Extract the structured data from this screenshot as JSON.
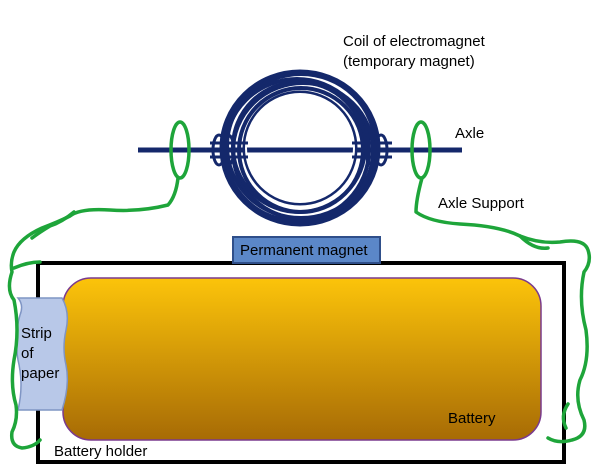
{
  "labels": {
    "coil_line1": "Coil of electromagnet",
    "coil_line2": "(temporary magnet)",
    "axle": "Axle",
    "axle_support": "Axle Support",
    "permanent_magnet": "Permanent magnet",
    "strip_line1": "Strip",
    "strip_line2": "of",
    "strip_line3": "paper",
    "battery": "Battery",
    "battery_holder": "Battery holder"
  },
  "colors": {
    "coil": "#14286b",
    "wire": "#1ea53a",
    "holder": "#000000",
    "magnet_fill": "#5b87c8",
    "magnet_stroke": "#2f4f8a",
    "battery_top": "#fcc40a",
    "battery_bottom": "#a76b05",
    "battery_stroke": "#7a3a8e",
    "paper_fill": "#b8c8e8",
    "paper_stroke": "#7f95c4"
  }
}
